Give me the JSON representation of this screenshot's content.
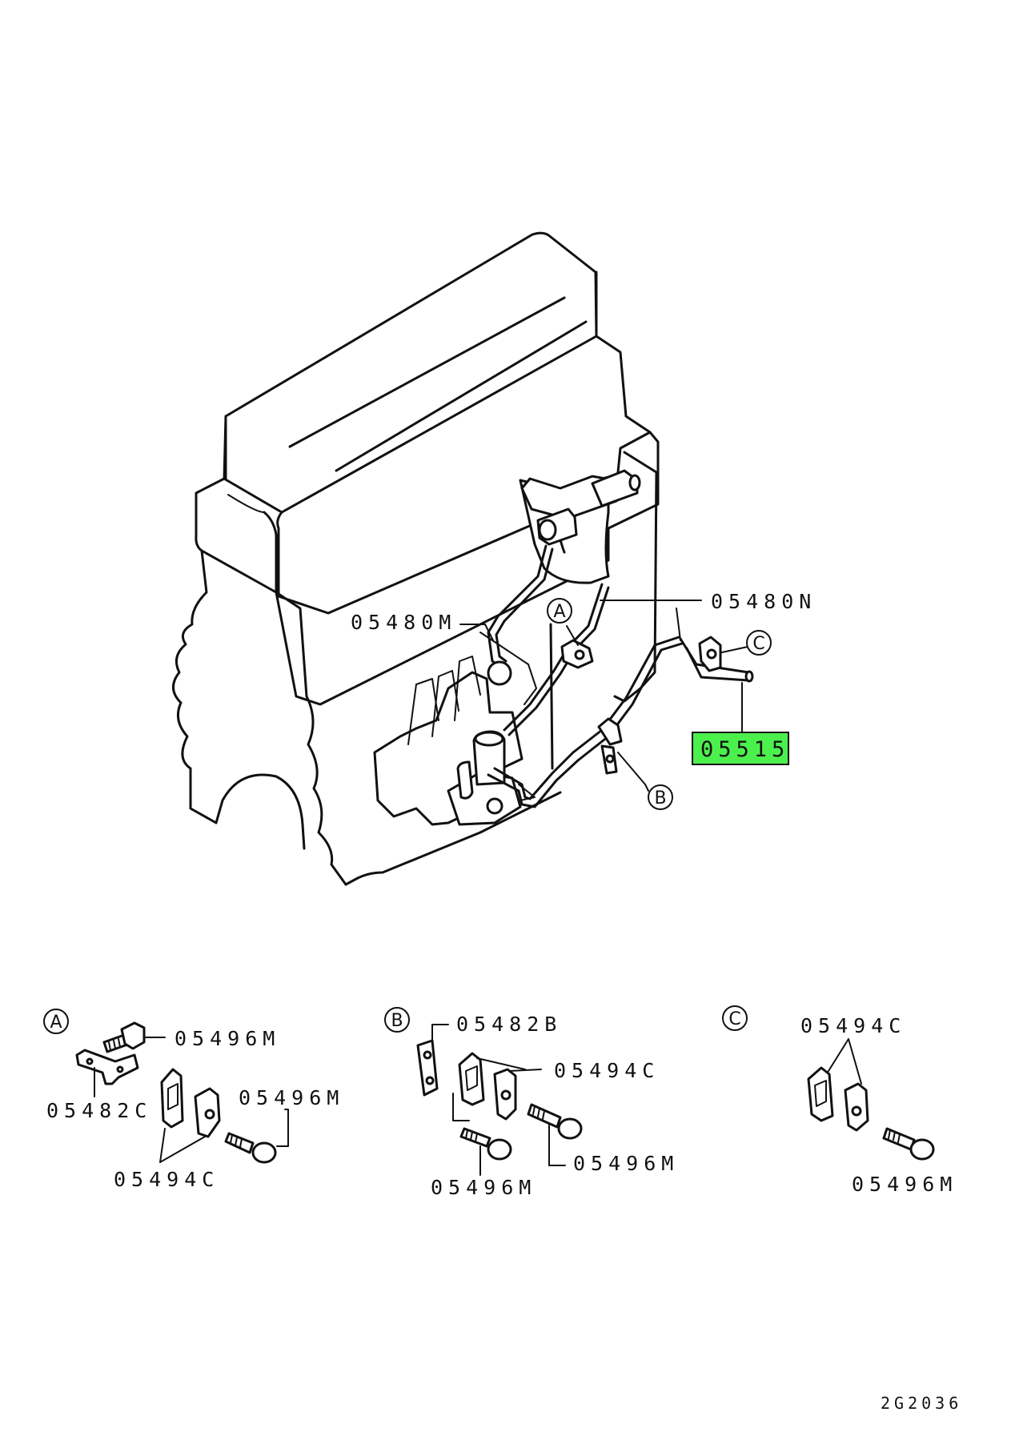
{
  "diagram": {
    "labels": {
      "fuel_pipe_upper": "05480N",
      "fuel_pipe_lower": "05480M",
      "selected_part": "05515"
    },
    "callouts": {
      "a": "A",
      "b": "B",
      "c": "C"
    },
    "detail_a": {
      "bolt": "05496M",
      "bracket": "05482C",
      "bolt_2": "05496M",
      "clamp": "05494C"
    },
    "detail_b": {
      "bracket": "05482B",
      "clamp": "05494C",
      "bolt_right": "05496M",
      "bolt_bottom": "05496M"
    },
    "detail_c": {
      "clamp": "05494C",
      "bolt": "05496M"
    },
    "reference_code": "2G2036",
    "highlight_color": "#4cf04c"
  }
}
